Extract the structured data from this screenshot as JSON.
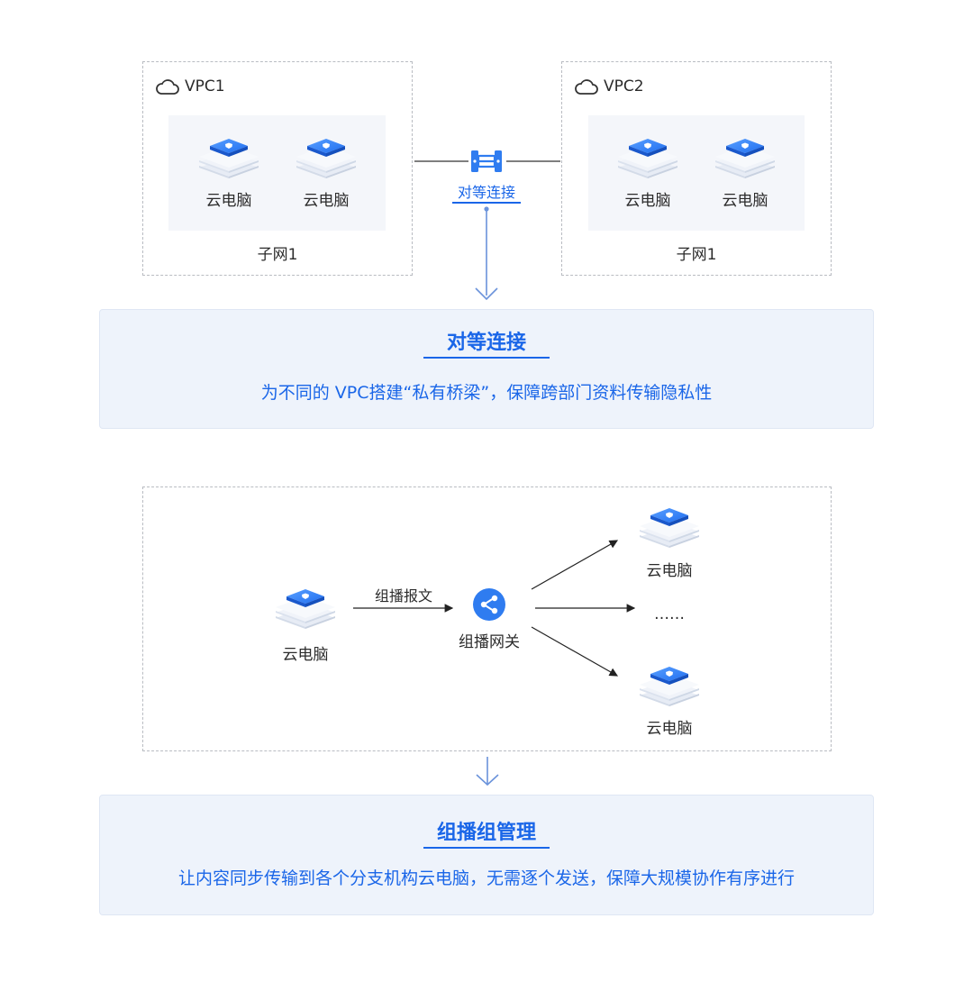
{
  "peering": {
    "vpc1": {
      "title": "VPC1",
      "subnet": "子网1",
      "pcs": [
        "云电脑",
        "云电脑"
      ]
    },
    "vpc2": {
      "title": "VPC2",
      "subnet": "子网1",
      "pcs": [
        "云电脑",
        "云电脑"
      ]
    },
    "connector_label": "对等连接",
    "panel": {
      "title": "对等连接",
      "desc": "为不同的 VPC搭建“私有桥梁”，保障跨部门资料传输隐私性"
    }
  },
  "multicast": {
    "source_pc": "云电脑",
    "message_label": "组播报文",
    "gateway_label": "组播网关",
    "targets": [
      "云电脑",
      "……",
      "云电脑"
    ],
    "panel": {
      "title": "组播组管理",
      "desc": "让内容同步传输到各个分支机构云电脑，无需逐个发送，保障大规模协作有序进行"
    }
  },
  "colors": {
    "accent": "#1a66e8",
    "icon_blue": "#2f7cf0",
    "panel_bg": "#eef3fb",
    "subnet_bg": "#f4f6fa"
  }
}
